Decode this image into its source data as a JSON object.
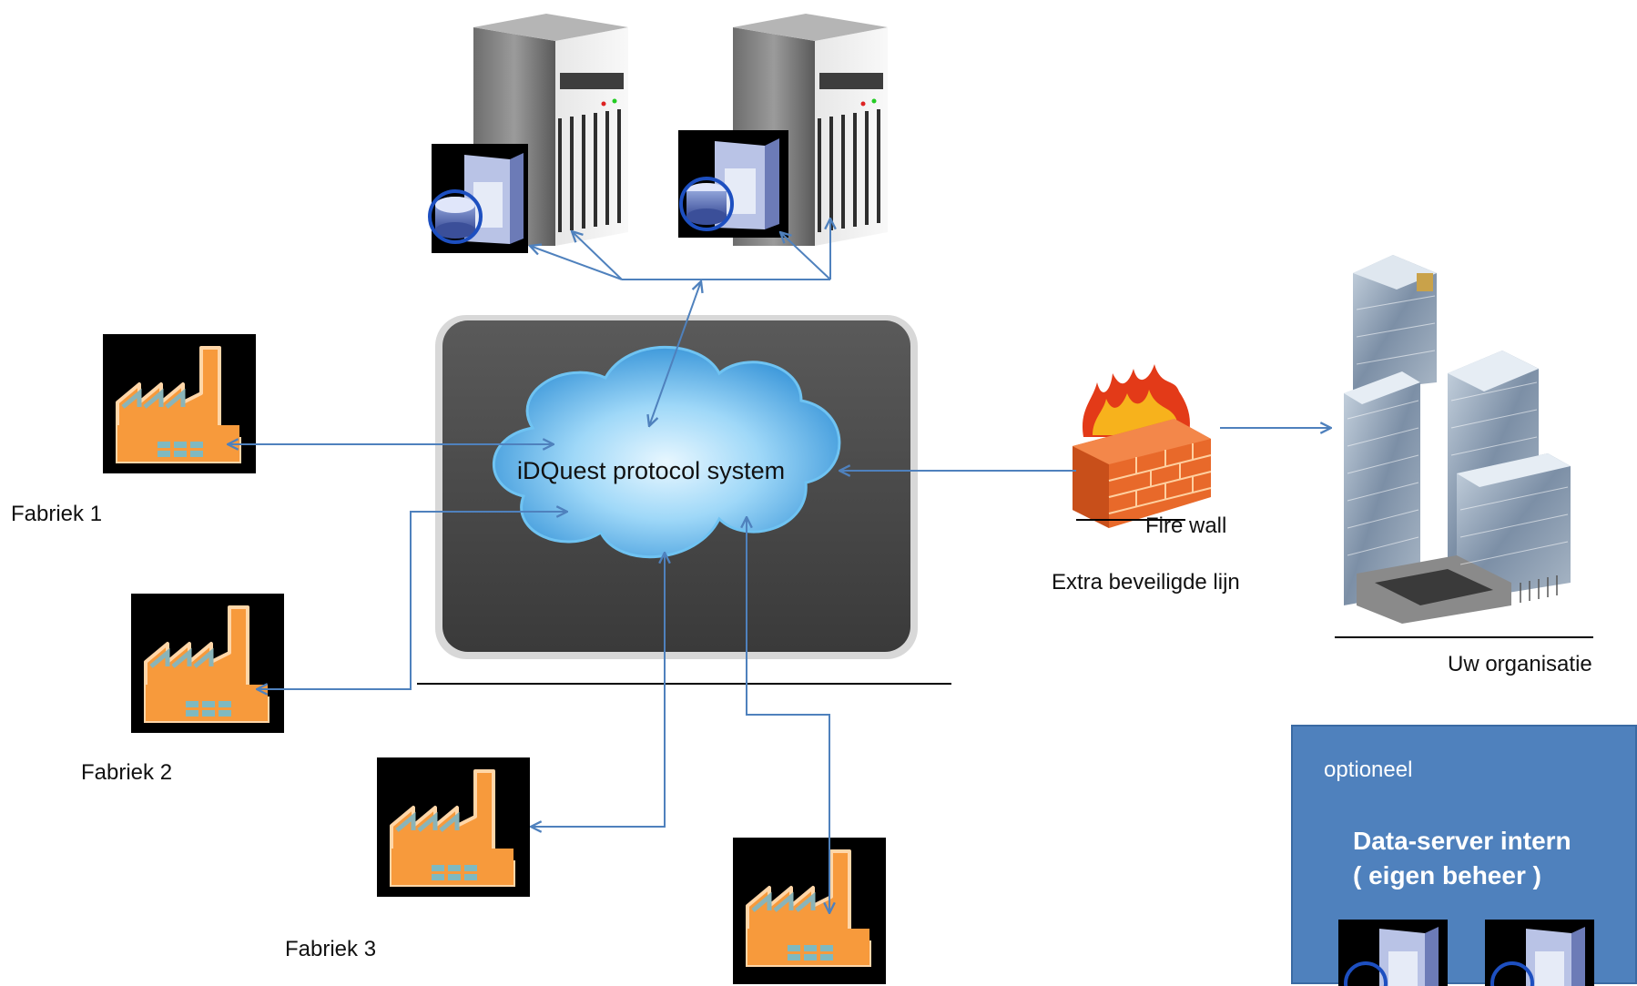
{
  "cloud": {
    "label": "iDQuest protocol system"
  },
  "factories": [
    {
      "label": "Fabriek  1"
    },
    {
      "label": "Fabriek  2"
    },
    {
      "label": "Fabriek 3"
    },
    {
      "label": ""
    }
  ],
  "firewall": {
    "label": "Fire wall"
  },
  "secure_line": {
    "label": "Extra beveiligde lijn"
  },
  "organisation": {
    "label": "Uw organisatie"
  },
  "optional_panel": {
    "tag": "optioneel",
    "title_line1": "Data-server intern",
    "title_line2": "( eigen beheer )"
  },
  "colors": {
    "arrow": "#4f81bd",
    "factory": "#f79a3c",
    "cloud": "#8fd0f5",
    "panel": "#4f81bd",
    "brick": "#e8692a"
  }
}
